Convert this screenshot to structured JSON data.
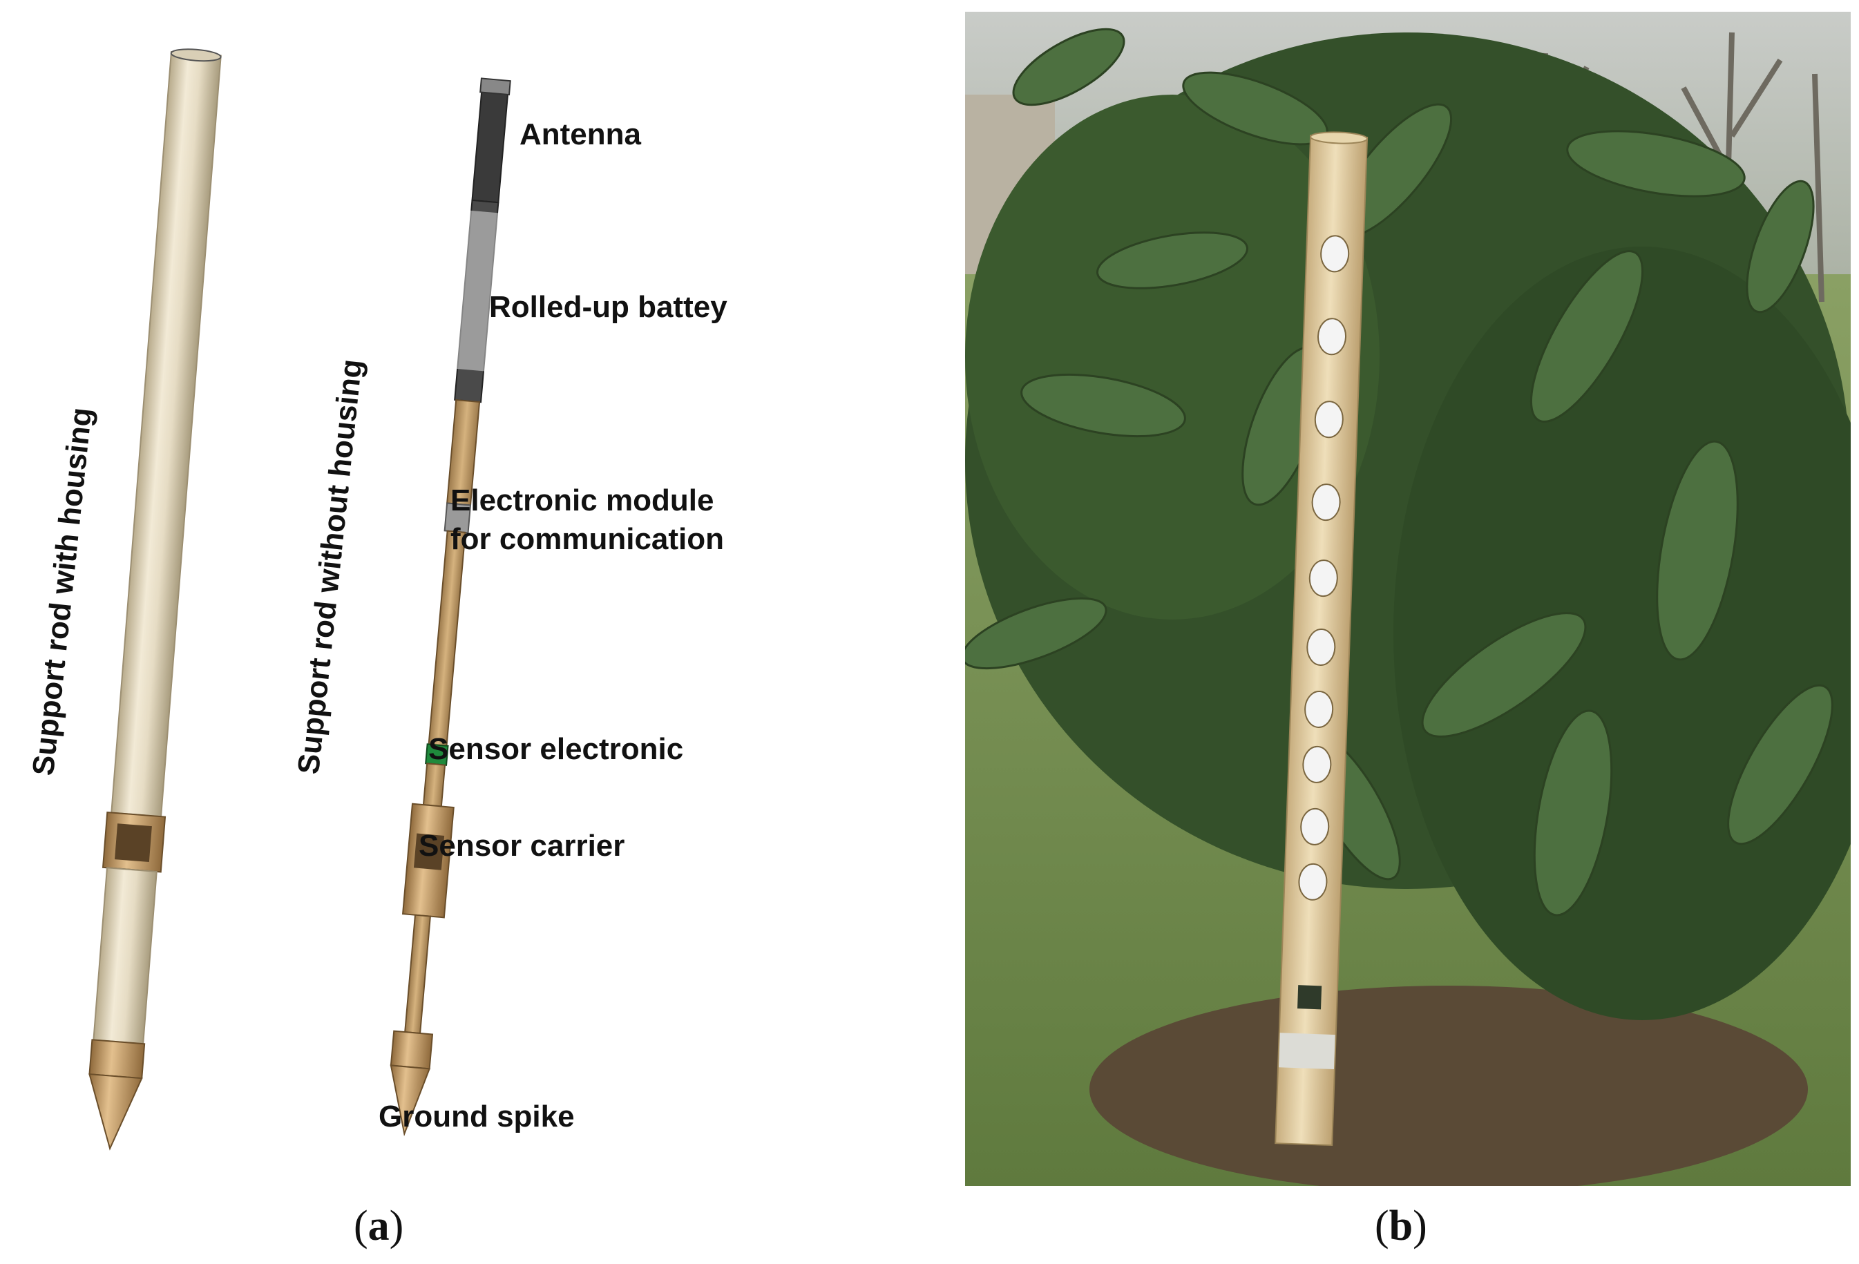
{
  "panel_a": {
    "label_rod_with_housing": "Support rod with housing",
    "label_rod_without_housing": "Support rod without housing",
    "components": {
      "antenna": "Antenna",
      "battery": "Rolled-up battey",
      "electronic_module_line1": "Electronic module",
      "electronic_module_line2": "for communication",
      "sensor_electronic": "Sensor electronic",
      "sensor_carrier": "Sensor carrier",
      "ground_spike": "Ground spike"
    },
    "caption_letter": "a"
  },
  "panel_b": {
    "caption_letter": "b"
  },
  "colors": {
    "housing_tube": "#e6dcc4",
    "bronze": "#c8a372",
    "antenna_dark": "#3a3a3a",
    "sensor_green": "#1f8a3c",
    "wood_probe": "#e2cfa4",
    "leaf_dark": "#3b5a2e",
    "grass": "#8aa064"
  }
}
